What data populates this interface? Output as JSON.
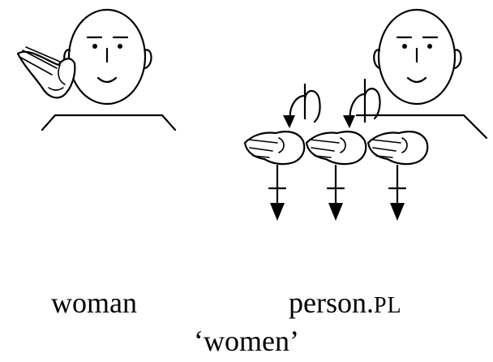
{
  "glosses": {
    "woman": "woman",
    "person_base": "person.",
    "person_plural": "PL",
    "translation": "‘women’"
  }
}
